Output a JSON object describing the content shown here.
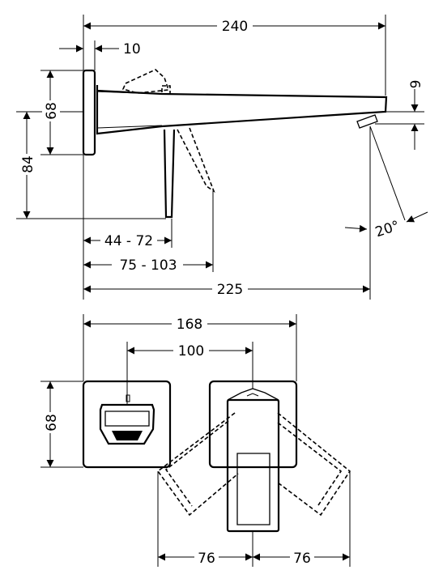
{
  "side_view": {
    "dim_total_length": "240",
    "dim_plate_thickness": "10",
    "dim_plate_height": "68",
    "dim_spout_height": "9",
    "dim_overall_height": "84",
    "dim_angle": "20°",
    "dim_lever_reach_1": "44 - 72",
    "dim_lever_reach_2": "75 - 103",
    "dim_spout_projection": "225"
  },
  "front_view": {
    "dim_plate_span": "168",
    "dim_centers": "100",
    "dim_plate_height": "68",
    "dim_lever_left": "76",
    "dim_lever_right": "76"
  }
}
